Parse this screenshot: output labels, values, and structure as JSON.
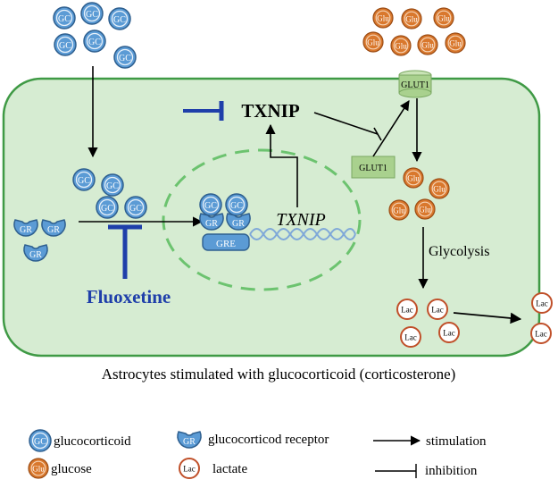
{
  "labels": {
    "gc": "GC",
    "gr": "GR",
    "glu": "Glu",
    "lac": "Lac",
    "gre": "GRE",
    "glut1": "GLUT1",
    "txnip_protein": "TXNIP",
    "txnip_gene": "TXNIP",
    "fluoxetine": "Fluoxetine",
    "glycolysis": "Glycolysis"
  },
  "caption": "Astrocytes  stimulated with glucocorticoid (corticosterone)",
  "legend": {
    "glucocorticoid": "glucocorticoid",
    "glucose": "glucose",
    "gr_receptor": "glucocorticod receptor",
    "lactate": "lactate",
    "stimulation": "stimulation",
    "inhibition": "inhibition"
  },
  "colors": {
    "cell_fill": "#d6ecd2",
    "cell_stroke": "#3f9a45",
    "gc_fill": "#5b9bd5",
    "gc_stroke": "#2e5f8f",
    "glu_fill": "#d9782d",
    "lac_stroke": "#c0502a",
    "glut1_fill": "#a9d18e",
    "fluoxetine": "#1f3faa",
    "nucleus_dash": "#6cc36f",
    "dna": "#7fa8d8"
  }
}
